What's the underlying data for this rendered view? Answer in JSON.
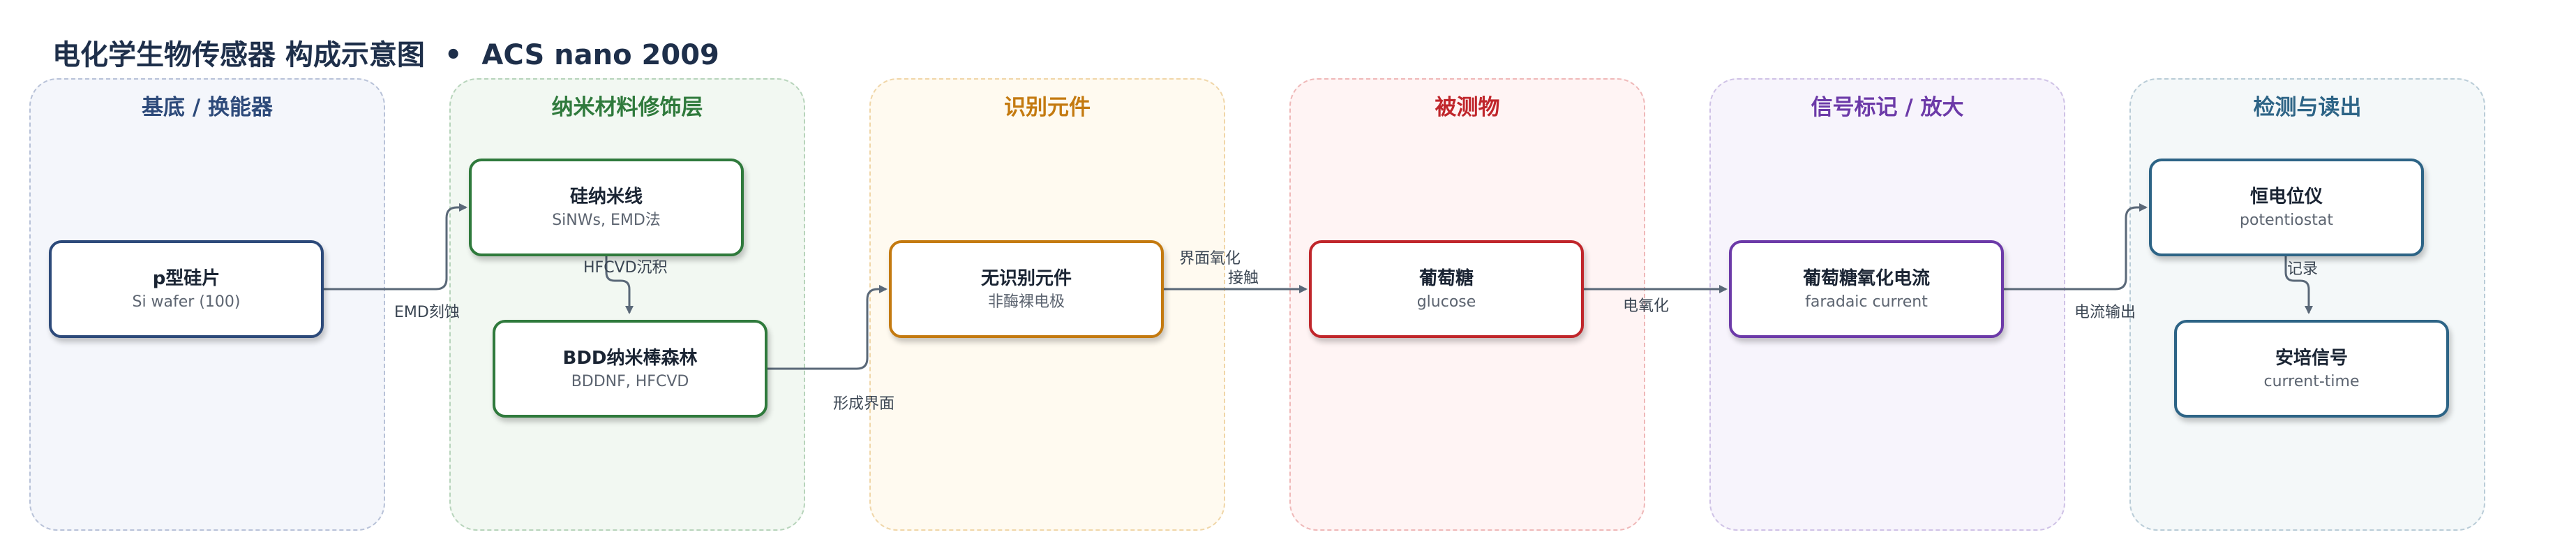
{
  "title": {
    "main": "电化学生物传感器 构成示意图",
    "separator": "•",
    "source": "ACS nano 2009"
  },
  "columns": [
    {
      "label": "基底 / 换能器",
      "color": "#2d4a7a",
      "bg": "#f4f6fb",
      "border": "#b8c2d8"
    },
    {
      "label": "纳米材料修饰层",
      "color": "#2f7a3c",
      "bg": "#f2f8f2",
      "border": "#b7d4bb"
    },
    {
      "label": "识别元件",
      "color": "#c47a10",
      "bg": "#fffaf0",
      "border": "#f0d6a8"
    },
    {
      "label": "被测物",
      "color": "#c0262b",
      "bg": "#fff4f4",
      "border": "#efb8b8"
    },
    {
      "label": "信号标记 / 放大",
      "color": "#6c3aa8",
      "bg": "#f7f4fc",
      "border": "#cfc2e6"
    },
    {
      "label": "检测与读出",
      "color": "#2d6486",
      "bg": "#f4f8f9",
      "border": "#b9ccd7"
    }
  ],
  "nodes": {
    "si_wafer": {
      "name": "p型硅片",
      "sub": "Si wafer (100)",
      "color": "#2d4a7a"
    },
    "sinw": {
      "name": "硅纳米线",
      "sub": "SiNWs, EMD法",
      "color": "#2f7a3c"
    },
    "bddnf": {
      "name": "BDD纳米棒森林",
      "sub": "BDDNF, HFCVD",
      "color": "#2f7a3c"
    },
    "no_recog": {
      "name": "无识别元件",
      "sub": "非酶裸电极",
      "color": "#c47a10"
    },
    "glucose": {
      "name": "葡萄糖",
      "sub": "glucose",
      "color": "#c0262b"
    },
    "current": {
      "name": "葡萄糖氧化电流",
      "sub": "faradaic current",
      "color": "#6c3aa8"
    },
    "potentiostat": {
      "name": "恒电位仪",
      "sub": "potentiostat",
      "color": "#2d6486"
    },
    "amperometric": {
      "name": "安培信号",
      "sub": "current-time",
      "color": "#2d6486"
    }
  },
  "edges": {
    "emd": "EMD刻蚀",
    "hfcvd": "HFCVD沉积",
    "interface": "形成界面",
    "contact_1": "界面氧化",
    "contact_2": "接触",
    "oxidation": "电氧化",
    "output": "电流输出",
    "record": "记录"
  }
}
